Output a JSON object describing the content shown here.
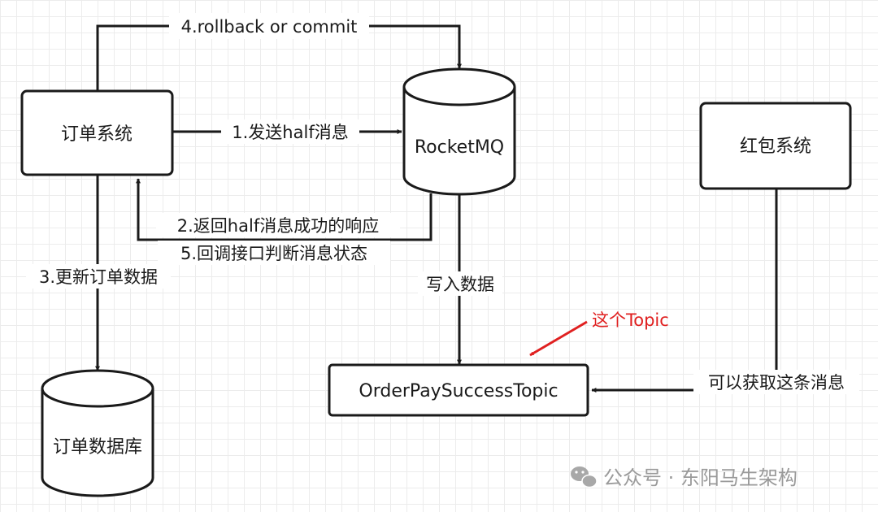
{
  "nodes": {
    "order_system": "订单系统",
    "rocketmq": "RocketMQ",
    "redpacket_system": "红包系统",
    "order_db": "订单数据库",
    "topic": "OrderPaySuccessTopic"
  },
  "edges": {
    "rollback_commit": "4.rollback or commit",
    "send_half": "1.发送half消息",
    "return_half_ok": "2.返回half消息成功的响应",
    "callback_check": "5.回调接口判断消息状态",
    "update_order": "3.更新订单数据",
    "write_data": "写入数据",
    "can_get_message": "可以获取这条消息"
  },
  "annotation": {
    "this_topic": "这个Topic",
    "color": "#e02020"
  },
  "watermark": {
    "text": "公众号 · 东阳马生架构",
    "icon": "wechat-icon"
  }
}
